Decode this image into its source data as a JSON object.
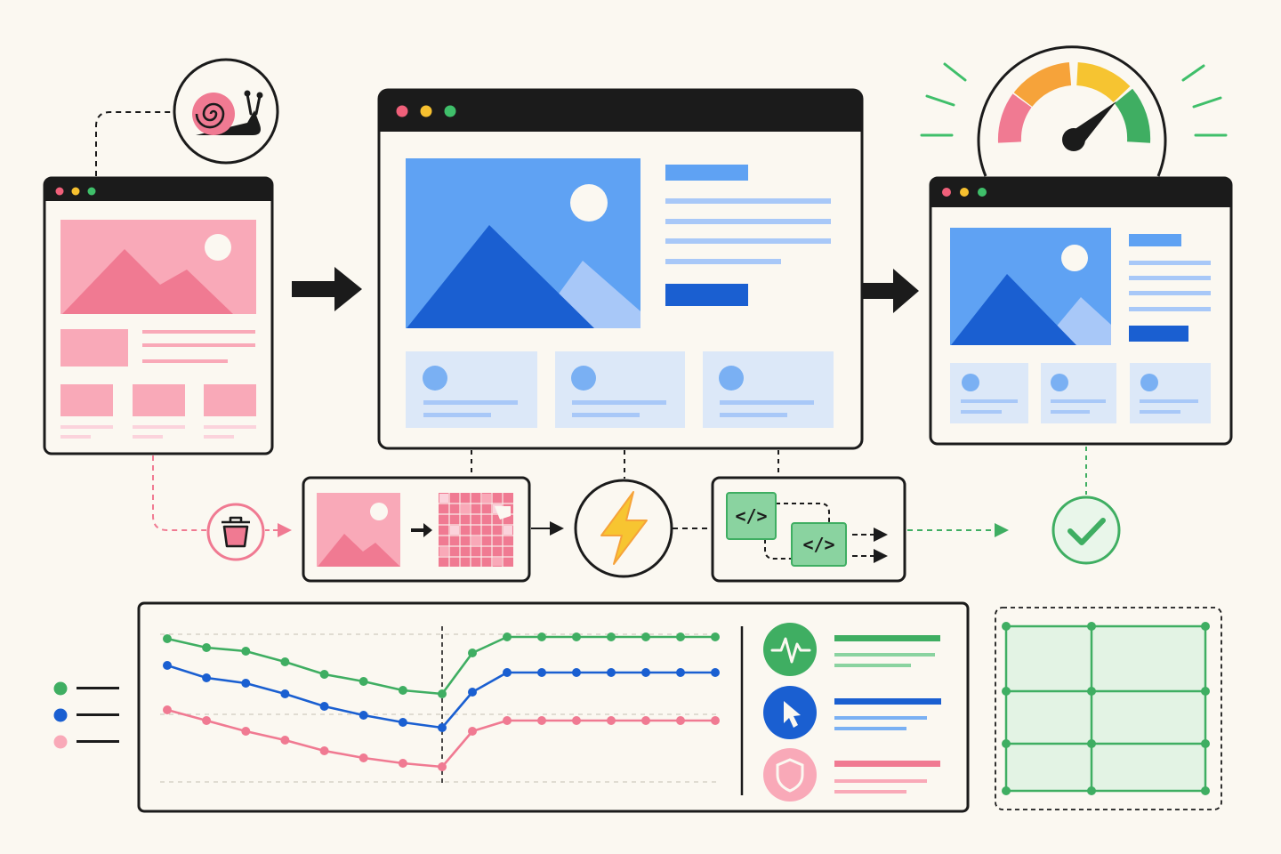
{
  "colors": {
    "background": "#fbf8f1",
    "ink": "#1b1b1b",
    "pink": "#f07a92",
    "pink_light": "#f9a9b8",
    "pink_pale": "#fbd3dc",
    "blue": "#1a5fd1",
    "blue_mid": "#5fa2f3",
    "blue_light": "#a8c8f8",
    "blue_pale": "#dce8f8",
    "green": "#3fae62",
    "green_light": "#8ad3a0",
    "green_pale": "#e3f3e4",
    "gauge_yellow": "#f6c431",
    "gauge_orange": "#f6a33a",
    "bolt_yellow": "#f7c531",
    "dot_red": "#f0607a",
    "dot_yellow": "#f6c02f",
    "dot_green": "#3fbf6a"
  },
  "icons": {
    "slow": "snail-icon",
    "remove": "trash-icon",
    "optimize": "lightning-bolt-icon",
    "code": "code-icon",
    "done": "checkmark-icon",
    "vitals": "heartbeat-icon",
    "interaction": "cursor-icon",
    "security": "shield-icon",
    "speed": "speedometer-icon"
  },
  "code_blocks": [
    {
      "glyph": "</>"
    },
    {
      "glyph": "</>"
    }
  ],
  "chart_data": {
    "type": "line",
    "x": [
      1,
      2,
      3,
      4,
      5,
      6,
      7,
      8,
      9,
      10,
      11,
      12,
      13,
      14,
      15,
      16
    ],
    "divider_at": 8,
    "series": [
      {
        "color": "#3fae62",
        "values": [
          91,
          86,
          84,
          78,
          71,
          67,
          62,
          60,
          83,
          92,
          92,
          92,
          92,
          92,
          92,
          92
        ]
      },
      {
        "color": "#1a5fd1",
        "values": [
          76,
          69,
          66,
          60,
          53,
          48,
          44,
          41,
          61,
          72,
          72,
          72,
          72,
          72,
          72,
          72
        ]
      },
      {
        "color": "#f07a92",
        "values": [
          51,
          45,
          39,
          34,
          28,
          24,
          21,
          19,
          39,
          45,
          45,
          45,
          45,
          45,
          45,
          45
        ]
      }
    ],
    "ylim": [
      0,
      100
    ],
    "grid": true
  }
}
